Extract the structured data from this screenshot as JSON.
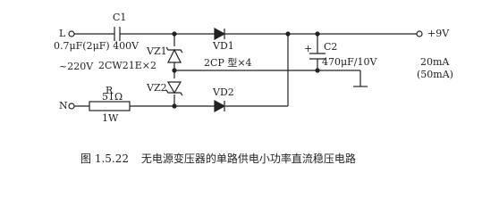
{
  "terminals": {
    "line": "L",
    "neutral": "N",
    "output": "+9V"
  },
  "input": {
    "voltage": "~220V"
  },
  "capacitor_c1": {
    "name": "C1",
    "value": "0.7μF(2μF) 400V"
  },
  "resistor_r": {
    "name": "R",
    "resistance": "51Ω",
    "power": "1W"
  },
  "zener_vz1": {
    "name": "VZ1"
  },
  "zener_vz2": {
    "name": "VZ2"
  },
  "zener_type": "2CW21E×2",
  "diode_vd1": {
    "name": "VD1"
  },
  "diode_vd2": {
    "name": "VD2"
  },
  "diode_type": "2CP 型×4",
  "capacitor_c2": {
    "name": "C2",
    "polarity": "+",
    "value": "470μF/10V"
  },
  "output": {
    "current": "20mA",
    "current_alt": "(50mA)"
  },
  "caption": {
    "figure_number": "图 1.5.22",
    "title": "无电源变压器的单路供电小功率直流稳压电路"
  }
}
